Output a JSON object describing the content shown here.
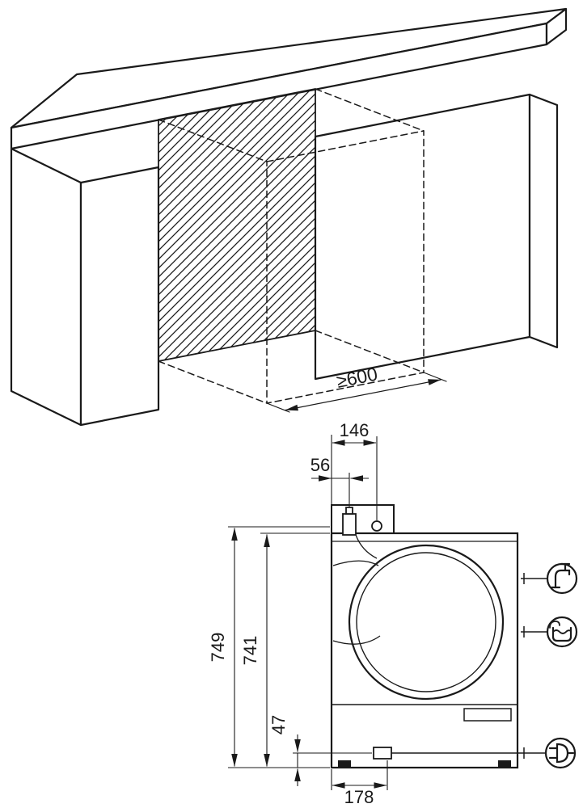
{
  "diagram": {
    "dims": {
      "niche_width": "≥600",
      "drain_hose_offset": "146",
      "inlet_hose_offset": "56",
      "height_total": "749",
      "height_body": "741",
      "cord_height": "47",
      "cord_offset": "178"
    },
    "icons": [
      "water-tap-icon",
      "drain-icon",
      "power-plug-icon"
    ],
    "colors": {
      "line": "#1a1a1a",
      "background": "#ffffff"
    }
  }
}
